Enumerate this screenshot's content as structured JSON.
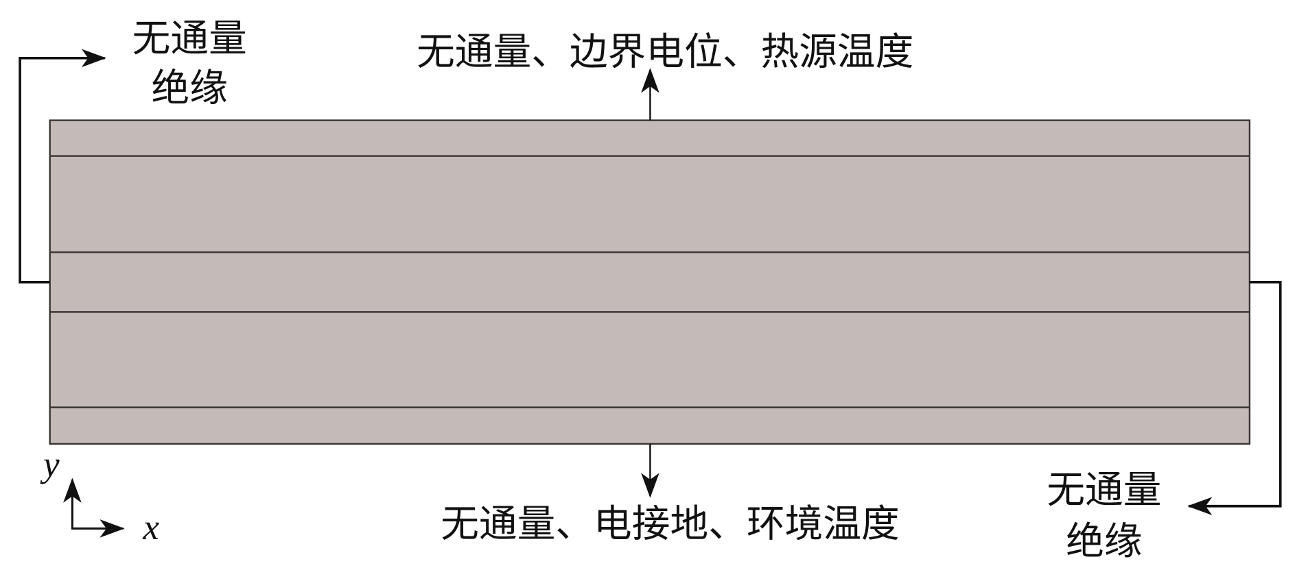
{
  "labels": {
    "top_left_line1": "无通量",
    "top_left_line2": "绝缘",
    "top_center": "无通量、边界电位、热源温度",
    "bottom_center": "无通量、电接地、环境温度",
    "bottom_right_line1": "无通量",
    "bottom_right_line2": "绝缘",
    "axis_x": "x",
    "axis_y": "y"
  },
  "layers": 5,
  "colors": {
    "layer_fill": "#c4bbb8",
    "line": "#3a3535",
    "arrow": "#111111"
  }
}
